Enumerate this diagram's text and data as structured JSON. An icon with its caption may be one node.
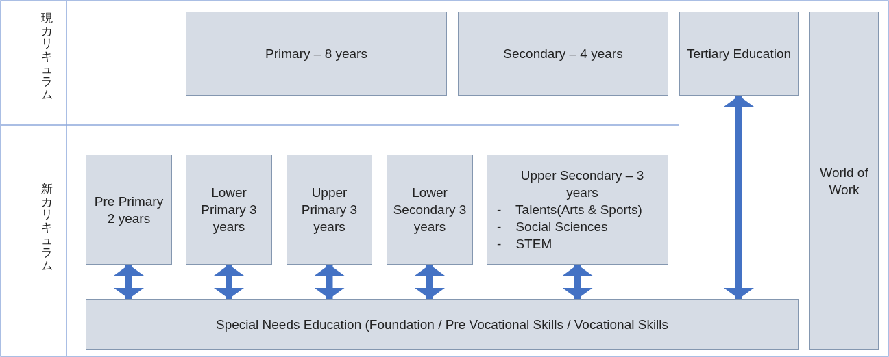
{
  "diagram": {
    "nodes": [
      {
        "text": [
          "Primary – 8 years"
        ]
      },
      {
        "text": [
          "Secondary – 4 years"
        ]
      },
      {
        "text": [
          "Tertiary Education"
        ]
      },
      {
        "text": [
          "World of Work"
        ]
      },
      {
        "text": [
          "Pre Primary 2 years"
        ]
      },
      {
        "text": [
          "Lower Primary 3 years"
        ]
      },
      {
        "text": [
          "Upper Primary 3 years"
        ]
      },
      {
        "text": [
          "Lower Secondary 3 years"
        ]
      },
      {
        "text": [
          "Upper Secondary – 3 years",
          "-    Talents(Arts & Sports)",
          "-    Social Sciences",
          "-    STEM"
        ]
      },
      {
        "text": [
          "Special Needs Education (Foundation / Pre Vocational Skills / Vocational Skills"
        ]
      }
    ],
    "edges": [
      {
        "from": 4,
        "to": 9,
        "arrow": "both"
      },
      {
        "from": 5,
        "to": 9,
        "arrow": "both"
      },
      {
        "from": 6,
        "to": 9,
        "arrow": "both"
      },
      {
        "from": 7,
        "to": 9,
        "arrow": "both"
      },
      {
        "from": 8,
        "to": 9,
        "arrow": "both"
      },
      {
        "from": 2,
        "to": 9,
        "arrow": "both"
      }
    ],
    "labels": [
      "現カリキュラム",
      "新カリキュラム"
    ]
  }
}
